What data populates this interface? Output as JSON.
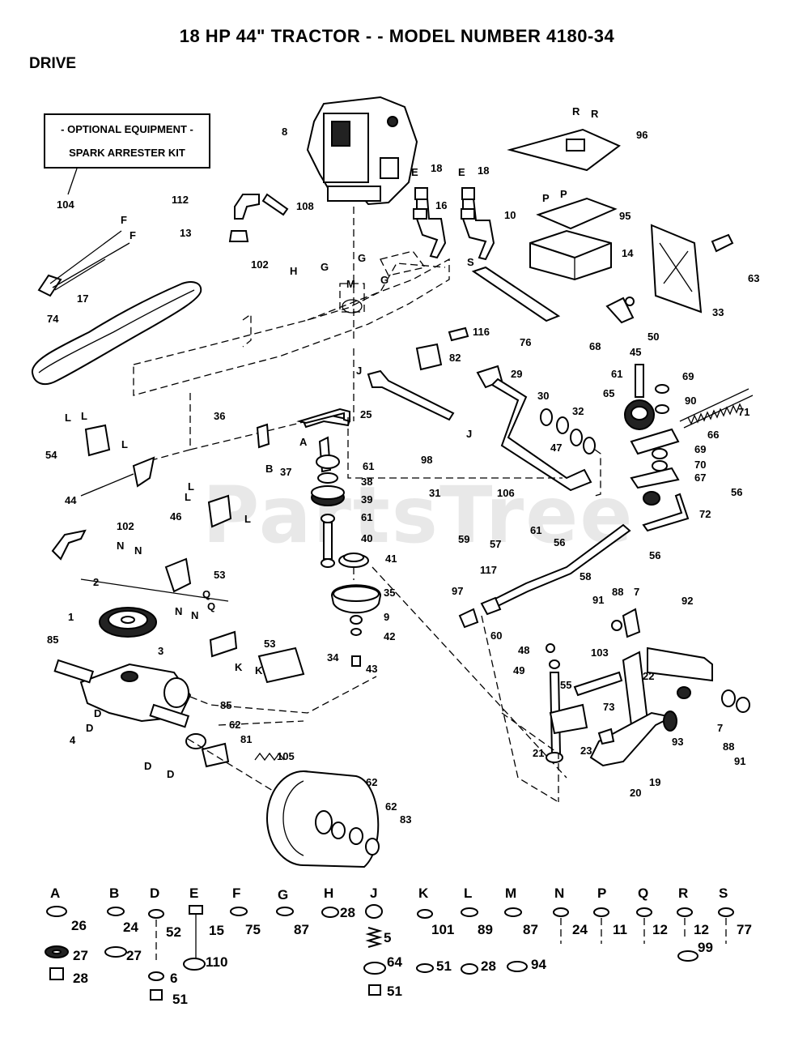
{
  "title": "18 HP 44\" TRACTOR - - MODEL NUMBER 4180-34",
  "section": "DRIVE",
  "optional_box": {
    "line1": "- OPTIONAL EQUIPMENT -",
    "line2": "SPARK ARRESTER KIT"
  },
  "watermark": "PartsTree",
  "callouts": [
    {
      "t": "104"
    },
    {
      "t": "8"
    },
    {
      "t": "112"
    },
    {
      "t": "108"
    },
    {
      "t": "13"
    },
    {
      "t": "102"
    },
    {
      "t": "H"
    },
    {
      "t": "G"
    },
    {
      "t": "G"
    },
    {
      "t": "M"
    },
    {
      "t": "G"
    },
    {
      "t": "E"
    },
    {
      "t": "18"
    },
    {
      "t": "16"
    },
    {
      "t": "E"
    },
    {
      "t": "18"
    },
    {
      "t": "10"
    },
    {
      "t": "R"
    },
    {
      "t": "R"
    },
    {
      "t": "96"
    },
    {
      "t": "P"
    },
    {
      "t": "P"
    },
    {
      "t": "95"
    },
    {
      "t": "14"
    },
    {
      "t": "63"
    },
    {
      "t": "S"
    },
    {
      "t": "76"
    },
    {
      "t": "33"
    },
    {
      "t": "50"
    },
    {
      "t": "45"
    },
    {
      "t": "F"
    },
    {
      "t": "F"
    },
    {
      "t": "74"
    },
    {
      "t": "17"
    },
    {
      "t": "116"
    },
    {
      "t": "82"
    },
    {
      "t": "J"
    },
    {
      "t": "J"
    },
    {
      "t": "98"
    },
    {
      "t": "29"
    },
    {
      "t": "30"
    },
    {
      "t": "32"
    },
    {
      "t": "47"
    },
    {
      "t": "68"
    },
    {
      "t": "61"
    },
    {
      "t": "65"
    },
    {
      "t": "69"
    },
    {
      "t": "90"
    },
    {
      "t": "71"
    },
    {
      "t": "66"
    },
    {
      "t": "69"
    },
    {
      "t": "70"
    },
    {
      "t": "67"
    },
    {
      "t": "56"
    },
    {
      "t": "72"
    },
    {
      "t": "36"
    },
    {
      "t": "25"
    },
    {
      "t": "A"
    },
    {
      "t": "B"
    },
    {
      "t": "37"
    },
    {
      "t": "61"
    },
    {
      "t": "38"
    },
    {
      "t": "39"
    },
    {
      "t": "61"
    },
    {
      "t": "40"
    },
    {
      "t": "41"
    },
    {
      "t": "L"
    },
    {
      "t": "L"
    },
    {
      "t": "L"
    },
    {
      "t": "54"
    },
    {
      "t": "44"
    },
    {
      "t": "L"
    },
    {
      "t": "L"
    },
    {
      "t": "46"
    },
    {
      "t": "L"
    },
    {
      "t": "31"
    },
    {
      "t": "106"
    },
    {
      "t": "59"
    },
    {
      "t": "57"
    },
    {
      "t": "61"
    },
    {
      "t": "56"
    },
    {
      "t": "56"
    },
    {
      "t": "102"
    },
    {
      "t": "N"
    },
    {
      "t": "N"
    },
    {
      "t": "53"
    },
    {
      "t": "Q"
    },
    {
      "t": "2"
    },
    {
      "t": "N"
    },
    {
      "t": "Q"
    },
    {
      "t": "N"
    },
    {
      "t": "1"
    },
    {
      "t": "53"
    },
    {
      "t": "85"
    },
    {
      "t": "3"
    },
    {
      "t": "K"
    },
    {
      "t": "K"
    },
    {
      "t": "34"
    },
    {
      "t": "35"
    },
    {
      "t": "9"
    },
    {
      "t": "42"
    },
    {
      "t": "43"
    },
    {
      "t": "117"
    },
    {
      "t": "97"
    },
    {
      "t": "58"
    },
    {
      "t": "60"
    },
    {
      "t": "91"
    },
    {
      "t": "88"
    },
    {
      "t": "7"
    },
    {
      "t": "92"
    },
    {
      "t": "48"
    },
    {
      "t": "49"
    },
    {
      "t": "103"
    },
    {
      "t": "22"
    },
    {
      "t": "55"
    },
    {
      "t": "73"
    },
    {
      "t": "7"
    },
    {
      "t": "88"
    },
    {
      "t": "91"
    },
    {
      "t": "93"
    },
    {
      "t": "23"
    },
    {
      "t": "21"
    },
    {
      "t": "20"
    },
    {
      "t": "19"
    },
    {
      "t": "D"
    },
    {
      "t": "D"
    },
    {
      "t": "4"
    },
    {
      "t": "85"
    },
    {
      "t": "62"
    },
    {
      "t": "81"
    },
    {
      "t": "105"
    },
    {
      "t": "D"
    },
    {
      "t": "D"
    },
    {
      "t": "62"
    },
    {
      "t": "62"
    },
    {
      "t": "83"
    }
  ],
  "hardware_letters": [
    "A",
    "B",
    "D",
    "E",
    "F",
    "G",
    "H",
    "J",
    "K",
    "L",
    "M",
    "N",
    "P",
    "Q",
    "R",
    "S"
  ],
  "hardware_numbers": [
    {
      "t": "26"
    },
    {
      "t": "27"
    },
    {
      "t": "28"
    },
    {
      "t": "24"
    },
    {
      "t": "27"
    },
    {
      "t": "52"
    },
    {
      "t": "6"
    },
    {
      "t": "51"
    },
    {
      "t": "15"
    },
    {
      "t": "110"
    },
    {
      "t": "75"
    },
    {
      "t": "87"
    },
    {
      "t": "28"
    },
    {
      "t": "5"
    },
    {
      "t": "64"
    },
    {
      "t": "51"
    },
    {
      "t": "101"
    },
    {
      "t": "51"
    },
    {
      "t": "89"
    },
    {
      "t": "28"
    },
    {
      "t": "87"
    },
    {
      "t": "94"
    },
    {
      "t": "24"
    },
    {
      "t": "11"
    },
    {
      "t": "12"
    },
    {
      "t": "12"
    },
    {
      "t": "99"
    },
    {
      "t": "77"
    }
  ]
}
